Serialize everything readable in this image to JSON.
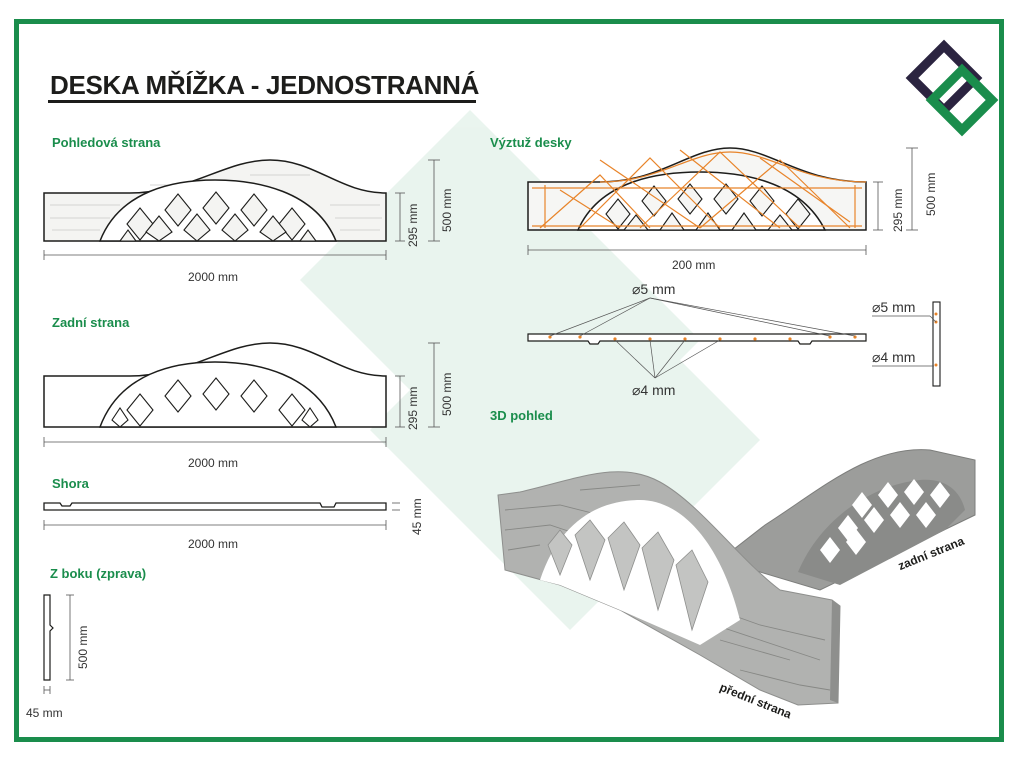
{
  "title": "DESKA MŘÍŽKA - JEDNOSTRANNÁ",
  "sections": {
    "front": "Pohledová strana",
    "back": "Zadní strana",
    "top": "Shora",
    "side": "Z boku (zprava)",
    "reinforcement": "Výztuž desky",
    "view3d": "3D pohled"
  },
  "dimensions": {
    "front_width": "2000 mm",
    "front_h295": "295 mm",
    "front_h500": "500 mm",
    "back_width": "2000 mm",
    "back_h295": "295 mm",
    "back_h500": "500 mm",
    "top_width": "2000 mm",
    "top_depth": "45 mm",
    "side_height": "500 mm",
    "side_depth": "45 mm",
    "reinf_width": "200 mm",
    "reinf_h295": "295 mm",
    "reinf_h500": "500 mm",
    "rod5_top": "⌀5 mm",
    "rod4_bottom": "⌀4 mm",
    "rod5_side": "⌀5 mm",
    "rod4_side": "⌀4 mm"
  },
  "labels_3d": {
    "front": "přední strana",
    "back": "zadní strana"
  },
  "colors": {
    "brand_green": "#1a8d4c",
    "brand_dark": "#2b2440",
    "rebar_orange": "#e8842a",
    "concrete": "#a9aaa8"
  }
}
